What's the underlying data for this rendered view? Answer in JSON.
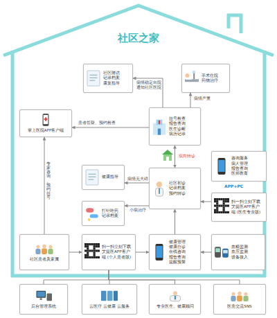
{
  "diagram": {
    "title": "社区之家",
    "nodes": [
      {
        "text": [
          "社区随访 记录档案 康复指导"
        ]
      },
      {
        "text": [
          "手术住院 药物治疗"
        ]
      },
      {
        "text": [
          "挂号检查 报告查询 医生诊断 病历记录"
        ]
      },
      {
        "text": [
          "掌上医院APP客户端"
        ]
      },
      {
        "text": [
          "健康指导"
        ]
      },
      {
        "text": [
          "社区初诊 记录档案 预约转诊"
        ]
      },
      {
        "text": [
          "咨询服务 病人管理 报告查询 医师教育"
        ]
      },
      {
        "text": [
          "扫一扫立刻下载 艾提医APP客户端 (医生专业版)"
        ]
      },
      {
        "text": [
          "打针吃药 记录档案"
        ]
      },
      {
        "text": [
          "社区患者及家属"
        ]
      },
      {
        "text": [
          "扫一扫立刻下载 艾提医APP客户端 (个人患者版)"
        ]
      },
      {
        "text": [
          "健康管理 健康自诊 在线咨询 报告查询 提醒预警"
        ]
      },
      {
        "text": [
          "血糖监测 血压监测",
          "设备接入"
        ]
      },
      {
        "text": [
          "后台管理系统"
        ]
      },
      {
        "text": [
          "云医疗 云健康 云服务"
        ]
      },
      {
        "text": [
          "专业医生、健康顾问"
        ]
      },
      {
        "text": [
          "医患交流SNS"
        ]
      }
    ],
    "edges": [
      {
        "from": 2,
        "to": 0,
        "label": "病情稳定出院 通知社区医院",
        "arrow": "to"
      },
      {
        "from": 2,
        "to": 1,
        "label": "病情严重",
        "arrow": "to"
      },
      {
        "from": 2,
        "to": 3,
        "label": "患者答疑、预约检查",
        "arrow": "to"
      },
      {
        "from": 5,
        "to": 2,
        "label": "双向转诊",
        "arrow": "both"
      },
      {
        "from": 5,
        "to": 4,
        "label": "病情无大碍",
        "arrow": "to"
      },
      {
        "from": 5,
        "to": 8,
        "label": "小病治疗",
        "arrow": "to"
      },
      {
        "from": 7,
        "to": 5,
        "arrow": "to"
      },
      {
        "from": 11,
        "to": 5,
        "arrow": "to"
      },
      {
        "from": 10,
        "to": 11,
        "arrow": "to"
      },
      {
        "from": 12,
        "to": 11,
        "arrow": "to"
      },
      {
        "from": 9,
        "to": 3,
        "label": "专家咨询、预约挂号",
        "arrow": "to"
      },
      {
        "from": 9,
        "to": 10,
        "arrow": "to"
      },
      {
        "from": 10,
        "to": 13,
        "arrow": "none"
      },
      {
        "from": 10,
        "to": 14,
        "arrow": "none"
      },
      {
        "from": 10,
        "to": 15,
        "arrow": "none"
      },
      {
        "from": 10,
        "to": 16,
        "arrow": "none"
      }
    ],
    "labels": [
      "APP+PC"
    ]
  }
}
